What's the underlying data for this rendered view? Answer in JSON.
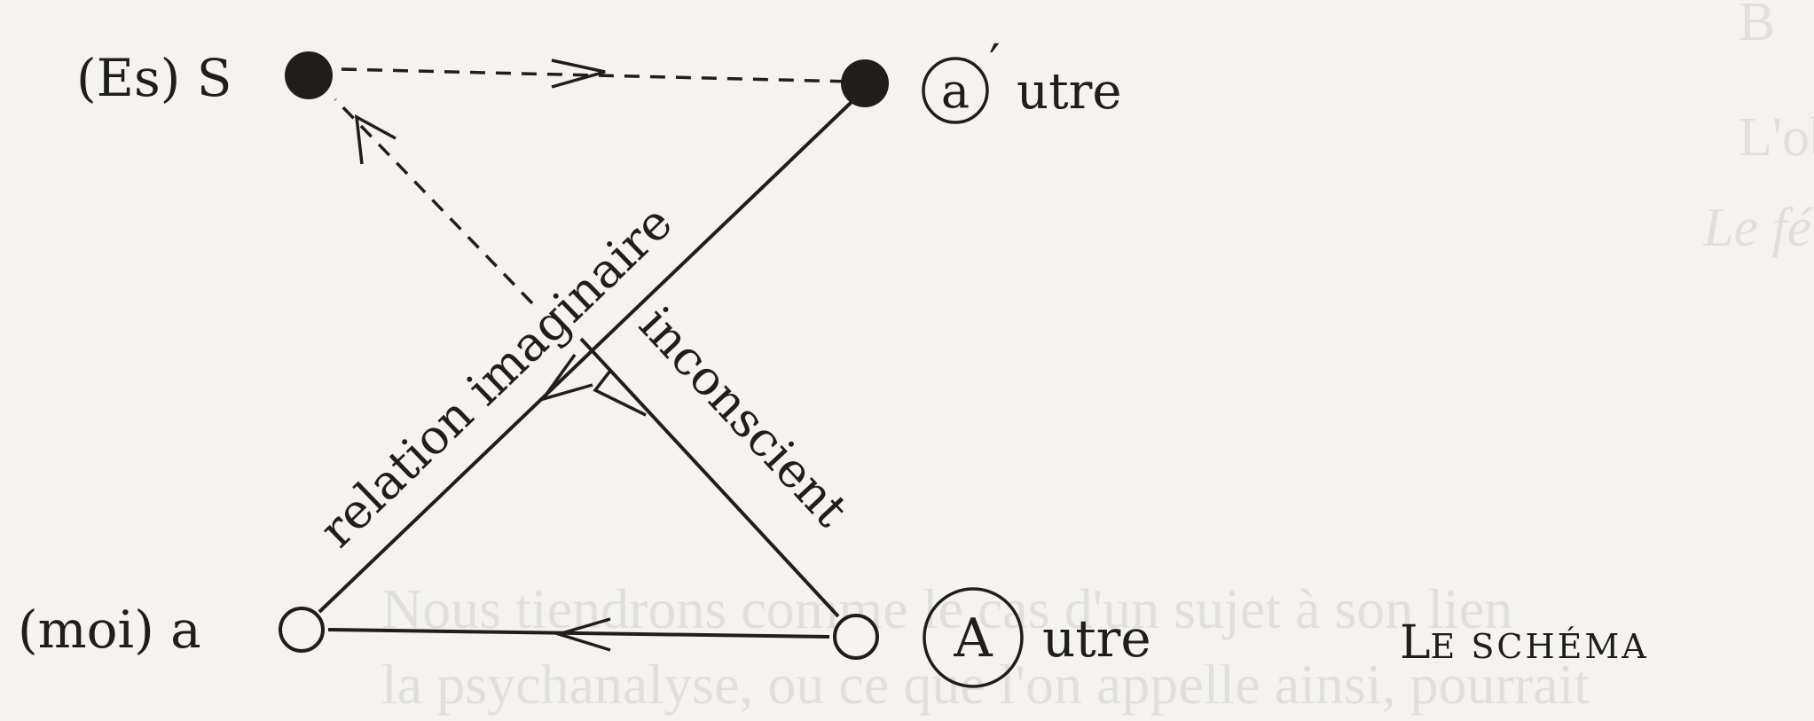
{
  "nodes": {
    "s_label": "(Es) S",
    "a_prime_circled": "a",
    "a_prime_apostrophe": "′",
    "a_prime_suffix": "utre",
    "moi_label": "(moi) a",
    "autre_circled": "A",
    "autre_suffix": "utre"
  },
  "edge_labels": {
    "imaginary": "relation imaginaire",
    "unconscious": "inconscient"
  },
  "caption": {
    "first_letter": "L",
    "small_caps_rest": "E SCHÉMA"
  },
  "background_text": {
    "right_line_1": "B",
    "right_line_2": "L'objet,",
    "right_line_3": "Le fétich",
    "bottom_line_1": "Nous tiendrons comme le cas d'un sujet à son lien",
    "bottom_line_2": "la psychanalyse, ou ce que l'on appelle ainsi, pourrait"
  },
  "colors": {
    "paper": "#f4f3f1",
    "ink": "#1f1e1c"
  }
}
